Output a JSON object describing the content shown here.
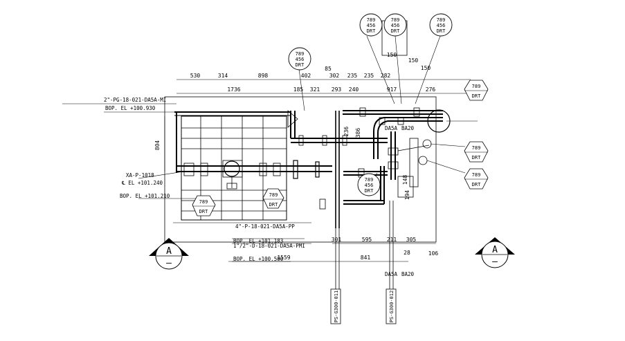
{
  "dimensions_top_row": [
    "530",
    "314",
    "898",
    "302",
    "235",
    "235",
    "282"
  ],
  "dimensions_second_row": [
    "1736",
    "185",
    "321",
    "293",
    "240",
    "917",
    "276"
  ],
  "dim_402": "402",
  "dim_85": "85",
  "dim_150a": "150",
  "dim_150b": "150",
  "dim_150c": "150",
  "dim_804": "804",
  "dim_386": "386",
  "dim_236": "236",
  "dim_148": "148",
  "dim_194": "194",
  "dim_bottom_row": [
    "301",
    "595",
    "211",
    "305"
  ],
  "dim_841": "841",
  "dim_1559": "1559",
  "dim_28": "28",
  "dim_106": "106",
  "bubble_text": [
    "789",
    "456",
    "DRT"
  ],
  "hex_tag_top": "789",
  "hex_tag_bottom": "DRT",
  "labels": {
    "pipe1": "2\"-PG-18-021-DA5A-MI",
    "bop1": "BOP. EL +100.930",
    "xa": "XA-P-1018",
    "cl": "℄ EL +101.240",
    "bop2": "BOP. EL +101.210",
    "pipe2": "4\"-P-18-021-DA5A-PP",
    "bop3": "BOP. EL +101.183",
    "pipe3": "1\"/2\"-D-18-021-DA5A-PMI",
    "bop4": "BOP. EL +100.500",
    "spec_a": "DA5A",
    "spec_b": "BA20",
    "spec_c": "DA5A",
    "spec_d": "BA20",
    "ref1": "PS-G300-011",
    "ref2": "PS-G300-012"
  },
  "section_letter": "A",
  "section_dash": "–"
}
